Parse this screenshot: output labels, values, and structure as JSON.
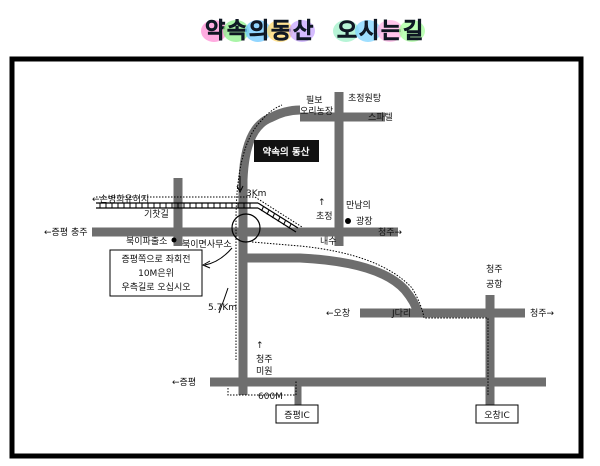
{
  "title": {
    "chars": [
      "약",
      "속",
      "의",
      "동",
      "산",
      " ",
      "오",
      "시",
      "는",
      "길"
    ],
    "bubble_colors": [
      "#ff8fd6",
      "#8cf08a",
      "#6ec8ff",
      "#ffd86e",
      "#c7a6ff",
      "#ffffff",
      "#9ff0c8",
      "#7fd4ff",
      "#ffb3e6",
      "#a8ff9e"
    ]
  },
  "labels": {
    "jeungpyeong_chungju": "←증평 충주",
    "cheongju_w": "청주→",
    "sonbyeong": "←손병희유허지",
    "gichatgil": "기찻길",
    "bugipost": "북이파출소",
    "bugioffice": "북이면사무소",
    "destination": "약속의 동산",
    "km3": "3Km",
    "km57": "5.7Km",
    "duck_farm_1": "필보",
    "duck_farm_2": "오리농장",
    "chojeong_wontang": "초정원탕",
    "spa": "스파텔",
    "chojeong_arrow": "↑",
    "chojeong": "초정",
    "mannam_1": "만남의",
    "mannam_2": "광장",
    "naesu": "내수",
    "cheongju_airport_1": "청주",
    "cheongju_airport_2": "공항",
    "ochang_w": "←오창",
    "dari": "J다리",
    "cheongju_e": "청주→",
    "cheongju_miwon_arrow": "↑",
    "cheongju_miwon_1": "청주",
    "cheongju_miwon_2": "미원",
    "jeungpyeong_w": "←증평",
    "m600": "600M",
    "ic_jeungpyeong": "증평IC",
    "ic_ochang": "오창IC",
    "note_line1": "증평쪽으로 좌회전",
    "note_line2": "10M은위",
    "note_line3": "우측길로 오십시오"
  }
}
